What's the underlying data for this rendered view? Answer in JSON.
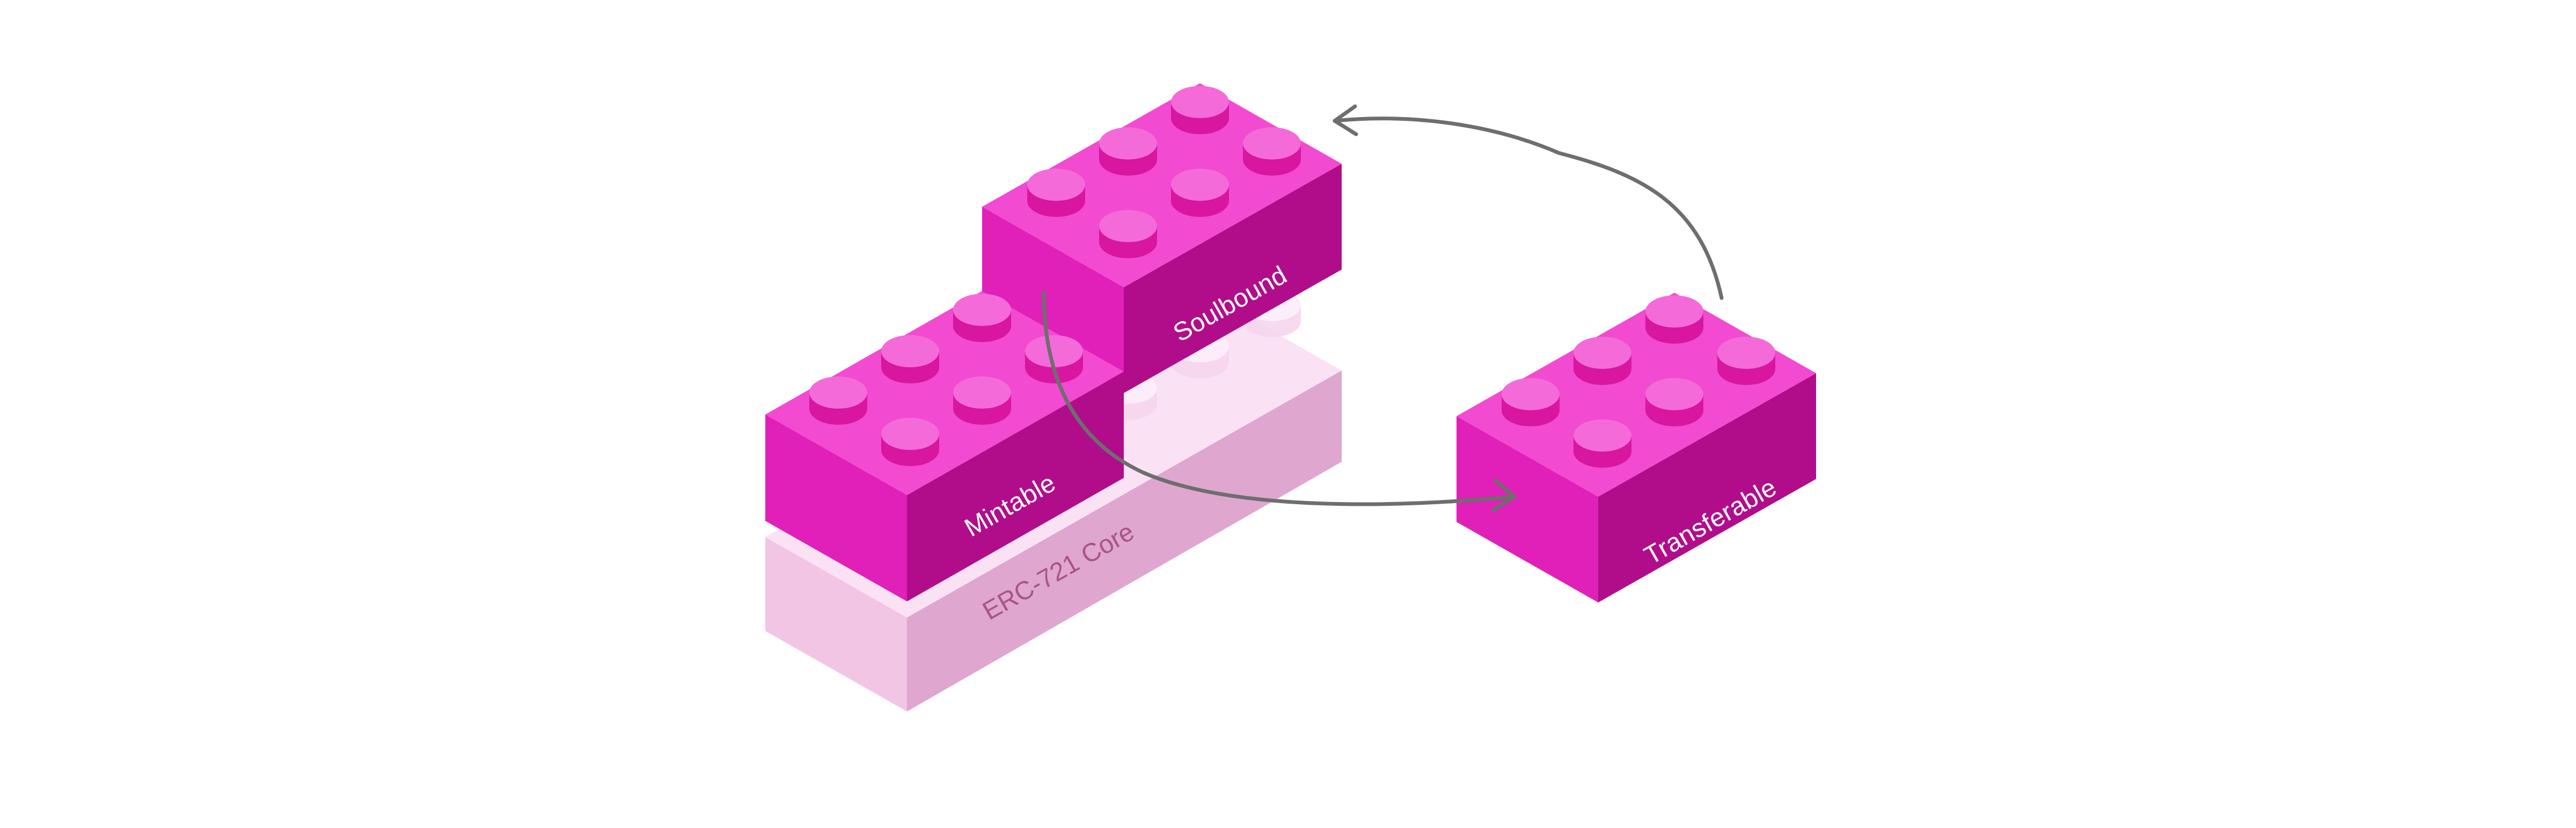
{
  "diagram": {
    "bricks": {
      "core": {
        "label": "ERC-721 Core"
      },
      "soulbound": {
        "label": "Soulbound"
      },
      "mintable": {
        "label": "Mintable"
      },
      "transferable": {
        "label": "Transferable"
      }
    },
    "colors": {
      "brick_top": "#f24ad1",
      "brick_left": "#e020b8",
      "brick_right": "#b10d8b",
      "core_top": "#fae2f4",
      "core_left": "#f3c5e5",
      "core_right": "#dfa6cf",
      "arrow": "#6e6e6e"
    }
  }
}
